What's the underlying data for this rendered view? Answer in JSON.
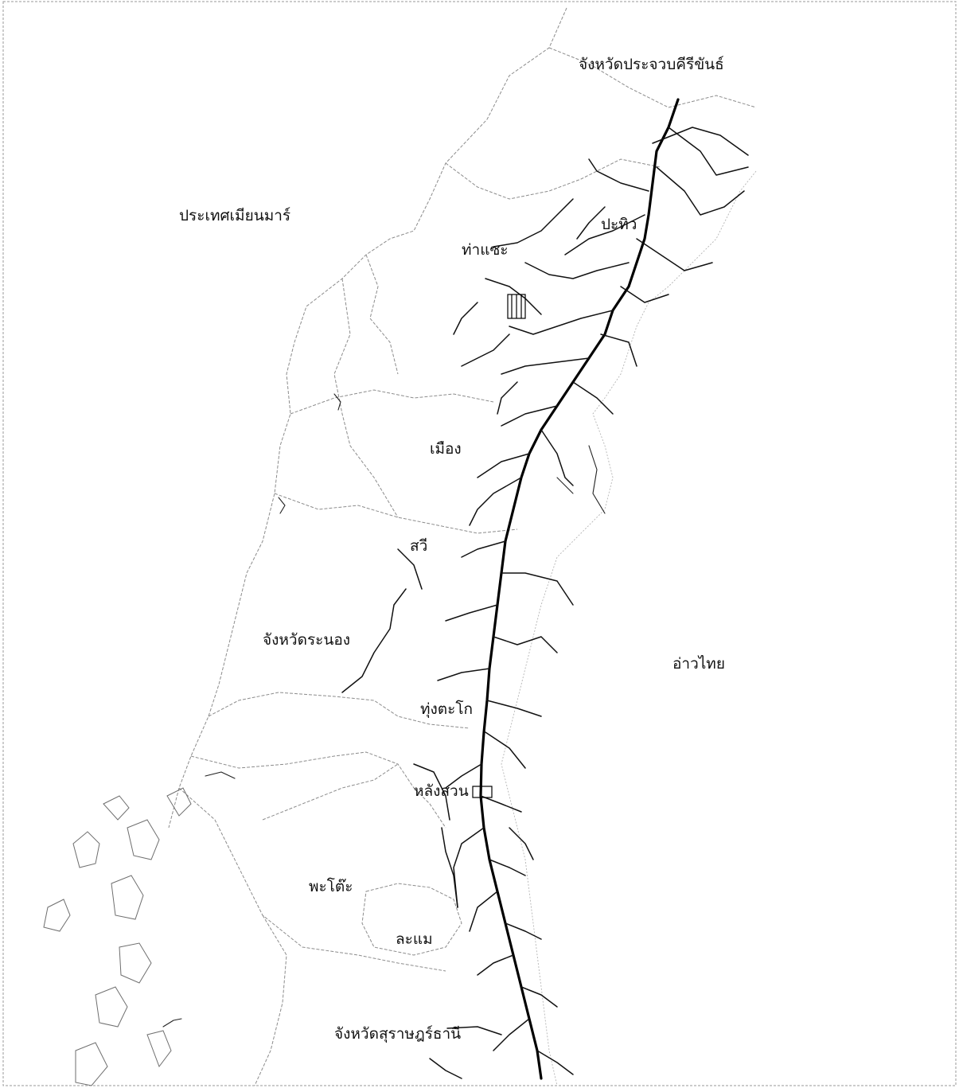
{
  "map": {
    "labels": {
      "prachuap": "จังหวัดประจวบคีรีขันธ์",
      "myanmar": "ประเทศเมียนมาร์",
      "pathio": "ปะทิว",
      "thasae": "ท่าแซะ",
      "mueang": "เมือง",
      "sawi": "สวี",
      "ranong": "จังหวัดระนอง",
      "gulf": "อ่าวไทย",
      "thungtako": "ทุ่งตะโก",
      "langsuan": "หลังสวน",
      "phato": "พะโต๊ะ",
      "lamae": "ละแม",
      "suratthani": "จังหวัดสุราษฎร์ธานี"
    }
  }
}
